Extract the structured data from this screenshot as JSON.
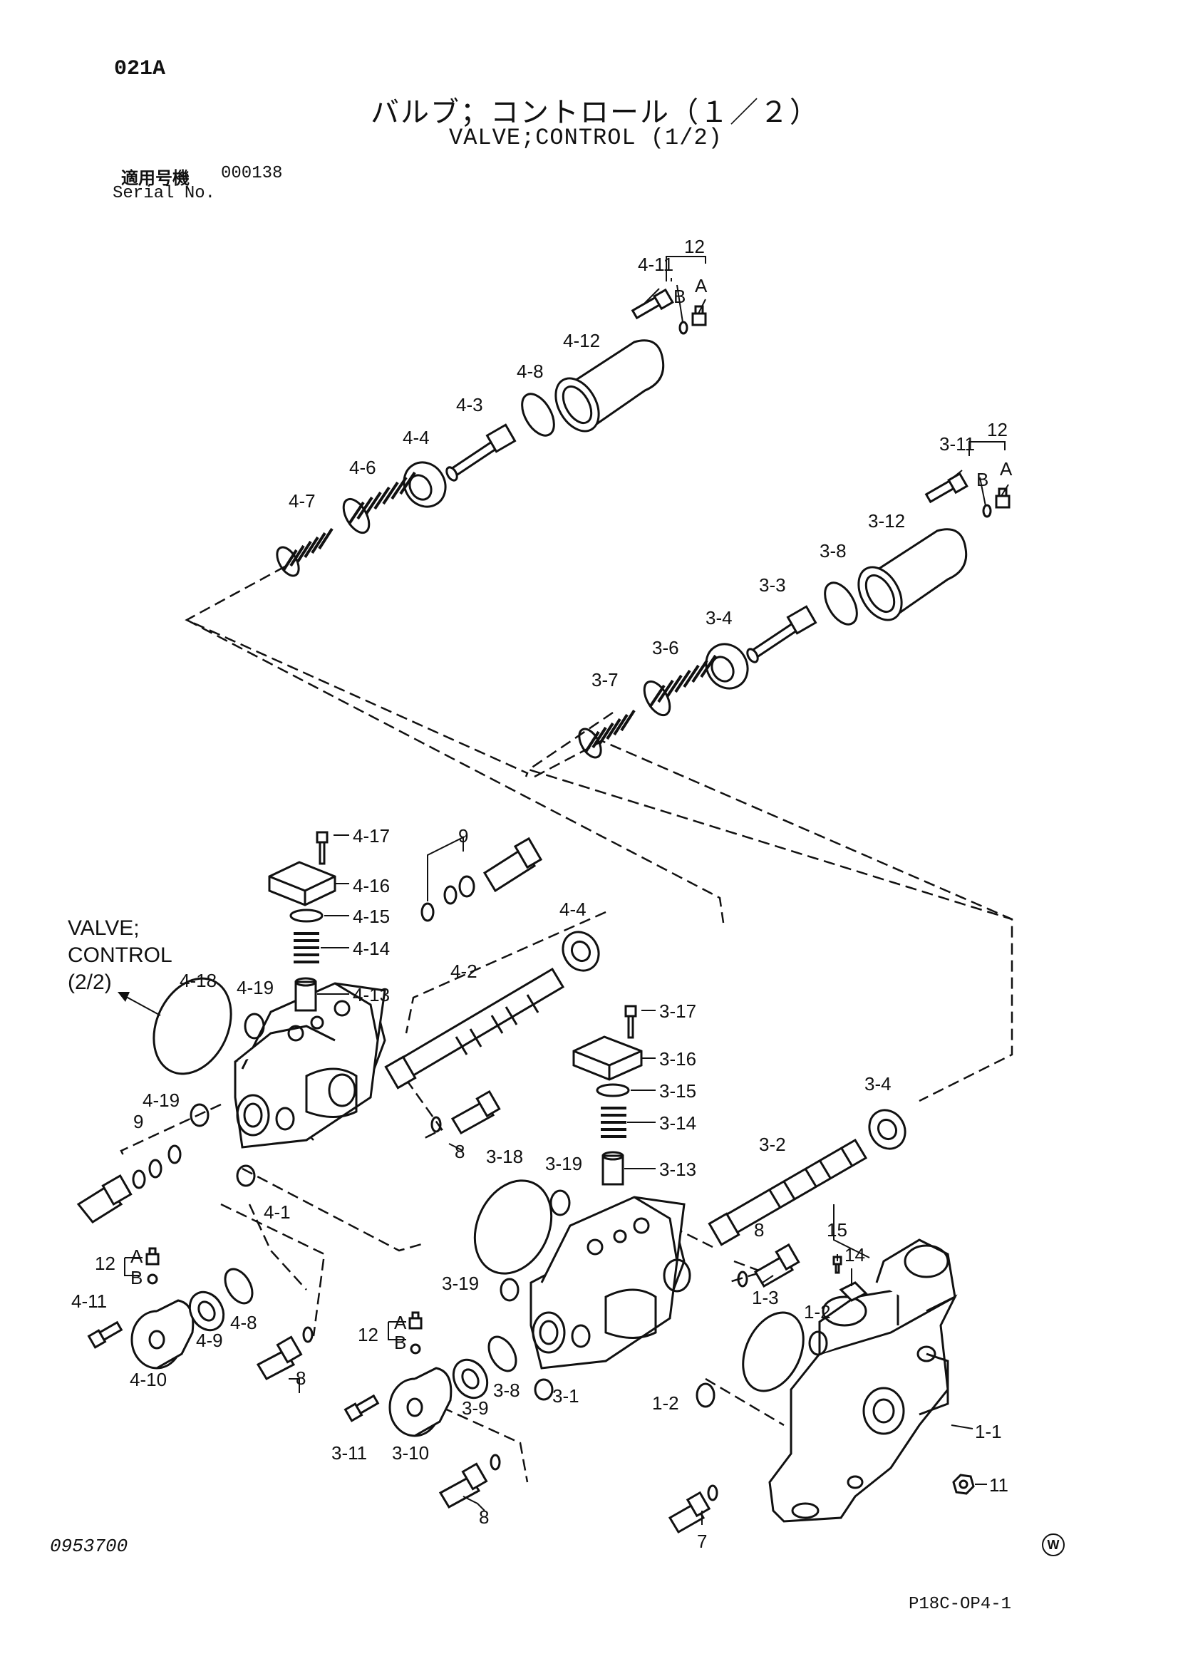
{
  "page": {
    "code": "021A",
    "title_jp": "バルブ；コントロール（１／２）",
    "title_en": "VALVE;CONTROL (1/2)",
    "serial_label_jp": "適用号機",
    "serial_value": "000138",
    "serial_label_en": "Serial No.",
    "doc_number": "0953700",
    "corner_mark": "W",
    "ref_code": "P18C-OP4-1"
  },
  "diagram": {
    "xref_note": [
      "VALVE;",
      "CONTROL",
      "(2/2)"
    ],
    "callouts": {
      "c4_11a": "4-11",
      "c12a": "12",
      "cBa": "B",
      "cAa": "A",
      "c4_12": "4-12",
      "c4_8a": "4-8",
      "c4_3": "4-3",
      "c4_4a": "4-4",
      "c4_6": "4-6",
      "c4_7": "4-7",
      "c3_11a": "3-11",
      "c12b": "12",
      "cBb": "B",
      "cAb": "A",
      "c3_12": "3-12",
      "c3_8a": "3-8",
      "c3_3": "3-3",
      "c3_4a": "3-4",
      "c3_6": "3-6",
      "c3_7": "3-7",
      "c4_17": "4-17",
      "c4_16": "4-16",
      "c4_15": "4-15",
      "c4_14": "4-14",
      "c4_13": "4-13",
      "c9a": "9",
      "c4_4b": "4-4",
      "c4_2": "4-2",
      "c4_18": "4-18",
      "c4_19a": "4-19",
      "c4_19b": "4-19",
      "c9b": "9",
      "c4_1": "4-1",
      "c8a": "8",
      "c12c": "12",
      "cAc": "A",
      "cBc": "B",
      "c4_11b": "4-11",
      "c4_9": "4-9",
      "c4_8b": "4-8",
      "c4_10": "4-10",
      "c8b": "8",
      "c3_17": "3-17",
      "c3_16": "3-16",
      "c3_15": "3-15",
      "c3_14": "3-14",
      "c3_13": "3-13",
      "c3_4b": "3-4",
      "c3_2": "3-2",
      "c3_18": "3-18",
      "c3_19a": "3-19",
      "c3_19b": "3-19",
      "c8c": "8",
      "c15": "15",
      "c14": "14",
      "c1_3": "1-3",
      "c1_2a": "1-2",
      "c1_2b": "1-2",
      "c1_1": "1-1",
      "c11": "11",
      "c7": "7",
      "c12d": "12",
      "cAd": "A",
      "cBd": "B",
      "c3_9": "3-9",
      "c3_8b": "3-8",
      "c3_1": "3-1",
      "c3_11b": "3-11",
      "c3_10": "3-10",
      "c8d": "8"
    }
  }
}
